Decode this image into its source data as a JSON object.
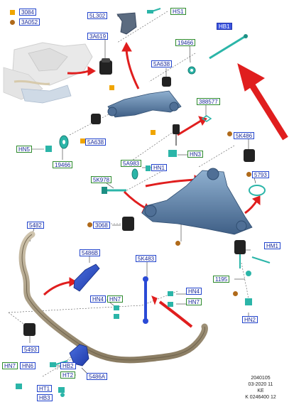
{
  "legend": {
    "square_code": "3084",
    "dot_code": "3A052",
    "square_color": "#f0a500",
    "dot_color": "#b06a1a"
  },
  "labels": {
    "l5L302": "5L302",
    "HS1": "HS1",
    "HB1": "HB1",
    "l3A619": "3A619",
    "l19466a": "19466",
    "l5A638a": "5A638",
    "l388577": "388577",
    "l5K486": "5K486",
    "HN5": "HN5",
    "l5A638b": "5A638",
    "l19466b": "19466",
    "HN3": "HN3",
    "l5A983": "5A983",
    "HN1": "HN1",
    "l5K978": "5K978",
    "l5793": "5793",
    "l3068": "3068",
    "l5482": "5482",
    "l5486B": "5486B",
    "l5K483": "5K483",
    "HM1": "HM1",
    "l1195": "1195",
    "HN4a": "HN4",
    "HN7a": "HN7",
    "HN4b": "HN4",
    "HN7b": "HN7",
    "HN2": "HN2",
    "l5493": "5493",
    "HN7c": "HN7",
    "HN6": "HN6",
    "HB2": "HB2",
    "HT2": "HT2",
    "l5486A": "5486A",
    "HT1": "HT1",
    "HB3": "HB3"
  },
  "footer": {
    "line1": "2040105",
    "line2": "03-2020 11",
    "line3": "KE",
    "line4": "K 0246400 12"
  },
  "colors": {
    "label_border_blue": "#2244cc",
    "label_border_green": "#2d8a2d",
    "arrow_red": "#e01e1e",
    "part_blue": "#5a7fa8",
    "bar_tan": "#a89a80",
    "fastener_teal": "#2bb5a8"
  }
}
